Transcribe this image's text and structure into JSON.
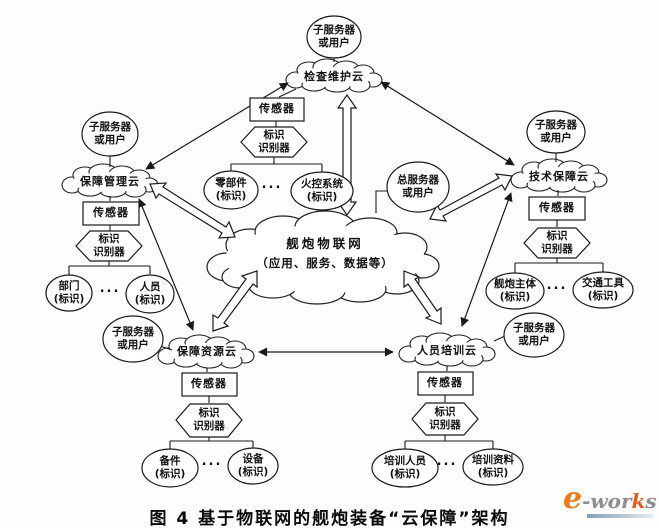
{
  "caption": "图 4  基于物联网的舰炮装备“云保障”架构",
  "logo": {
    "e": "e",
    "wor": "-wor",
    "k": "k",
    "s": "s"
  },
  "center_cloud": {
    "title": "舰炮物联网",
    "subtitle": "（应用、服务、数据等）"
  },
  "main_server": "总服务器\n或用户",
  "branches": {
    "top": {
      "server": "子服务器\n或用户",
      "cloud": "检查维护云",
      "sensor": "传感器",
      "reader": "标识\n识别器",
      "leaf_left": "零部件\n(标识)",
      "dots": "...",
      "leaf_right": "火控系统\n(标识)"
    },
    "left": {
      "server": "子服务器\n或用户",
      "cloud": "保障管理云",
      "sensor": "传感器",
      "reader": "标识\n识别器",
      "leaf_left": "部门\n(标识)",
      "dots": "...",
      "leaf_right": "人员\n(标识)"
    },
    "bottom_left": {
      "server": "子服务器\n或用户",
      "cloud": "保障资源云",
      "sensor": "传感器",
      "reader": "标识\n识别器",
      "leaf_left": "备件\n(标识)",
      "dots": "...",
      "leaf_right": "设备\n(标识)"
    },
    "bottom_right": {
      "server": "子服务器\n或用户",
      "cloud": "人员培训云",
      "sensor": "传感器",
      "reader": "标识\n识别器",
      "leaf_left": "培训人员\n(标识)",
      "dots": "...",
      "leaf_right": "培训资料\n(标识)"
    },
    "right": {
      "server": "子服务器\n或用户",
      "cloud": "技术保障云",
      "sensor": "传感器",
      "reader": "标识\n识别器",
      "leaf_left": "舰炮主体\n(标识)",
      "dots": "...",
      "leaf_right": "交通工具\n(标识)"
    }
  }
}
